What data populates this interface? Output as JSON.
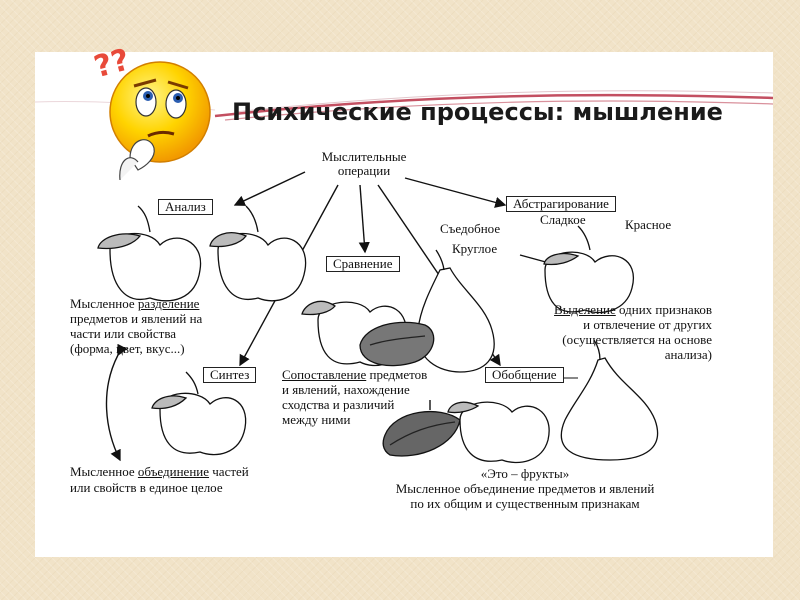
{
  "title": "Психические процессы: мышление",
  "center_node": [
    "Мыслительные",
    "операции"
  ],
  "operations": {
    "analysis": "Анализ",
    "comparison": "Сравнение",
    "abstraction": "Абстрагирование",
    "synthesis": "Синтез",
    "generalization": "Обобщение"
  },
  "abstraction_props": {
    "edible": "Съедобное",
    "sweet": "Сладкое",
    "red": "Красное",
    "round": "Круглое"
  },
  "analysis_desc": {
    "line1_a": "Мысленное ",
    "line1_u": "разделение",
    "line2": "предметов и явлений на",
    "line3": "части или свойства",
    "line4": "(форма, цвет, вкус...)"
  },
  "abstraction_desc": {
    "line1_u": "Выделение",
    "line1_b": " одних признаков",
    "line2": "и отвлечение от других",
    "line3": "(осуществляется на основе",
    "line4": "анализа)"
  },
  "comparison_desc": {
    "line1_u": "Сопоставление",
    "line1_b": " предметов",
    "line2": "и явлений, нахождение",
    "line3": "сходства и различий",
    "line4": "между ними"
  },
  "synthesis_desc": {
    "line1_a": "Мысленное ",
    "line1_u": "объединение",
    "line1_b": " частей",
    "line2": "или свойств в единое целое"
  },
  "generalization_desc": {
    "line1": "«Это – фрукты»",
    "line2": "Мысленное объединение предметов и явлений",
    "line3": "по их общим и существенным признакам"
  },
  "decor": {
    "question_marks": "??",
    "accent_color": "#b4233a",
    "panel_color": "#ffffff",
    "bg_color": "#f1e3c8",
    "emoji_face": "thinking-face-icon"
  }
}
